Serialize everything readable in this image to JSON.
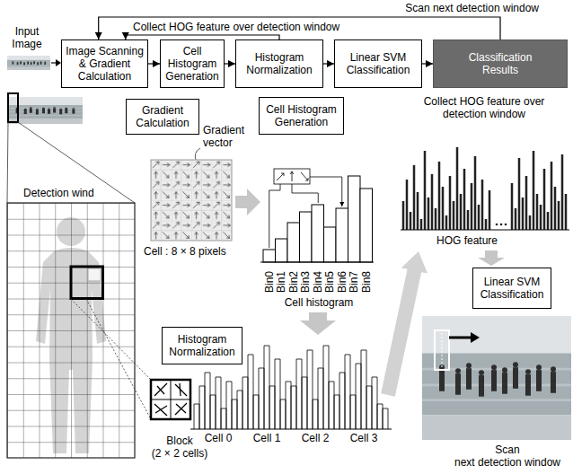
{
  "diagram": {
    "nodes": [
      {
        "text": [
          "Image Scanning & Gradient Calculation"
        ]
      },
      {
        "text": [
          "Cell Histogram Generation"
        ]
      },
      {
        "text": [
          "Histogram Normalization"
        ]
      },
      {
        "text": [
          "Linear SVM Classification"
        ]
      },
      {
        "text": [
          "Classification Results"
        ]
      },
      {
        "text": [
          "Gradient Calculation"
        ]
      },
      {
        "text": [
          "Cell Histogram Generation"
        ]
      },
      {
        "text": [
          "Histogram Normalization"
        ]
      },
      {
        "text": [
          "Linear SVM Classification"
        ]
      }
    ],
    "edges": [
      {
        "from": 0,
        "to": 1,
        "arrow": "to"
      },
      {
        "from": 1,
        "to": 2,
        "arrow": "to"
      },
      {
        "from": 2,
        "to": 3,
        "arrow": "to"
      },
      {
        "from": 3,
        "to": 4,
        "arrow": "to"
      },
      {
        "from": 4,
        "to": 0,
        "label": "Scan next detection window",
        "arrow": "to"
      },
      {
        "from": 2,
        "to": 0,
        "label": "Collect HOG feature over detection window",
        "arrow": "to"
      }
    ],
    "labels": [
      "Input Image",
      "Detection wind",
      "Gradient vector",
      "Cell : 8 × 8 pixels",
      "Bin0",
      "Bin1",
      "Bin2",
      "Bin3",
      "Bin4",
      "Bin5",
      "Bin6",
      "Bin7",
      "Bin8",
      "Cell histogram",
      "Collect HOG feature over detection window",
      "HOG feature",
      "Block (2 × 2 cells)",
      "Cell 0",
      "Cell 1",
      "Cell 2",
      "Cell 3",
      "Scan next detection window"
    ]
  }
}
